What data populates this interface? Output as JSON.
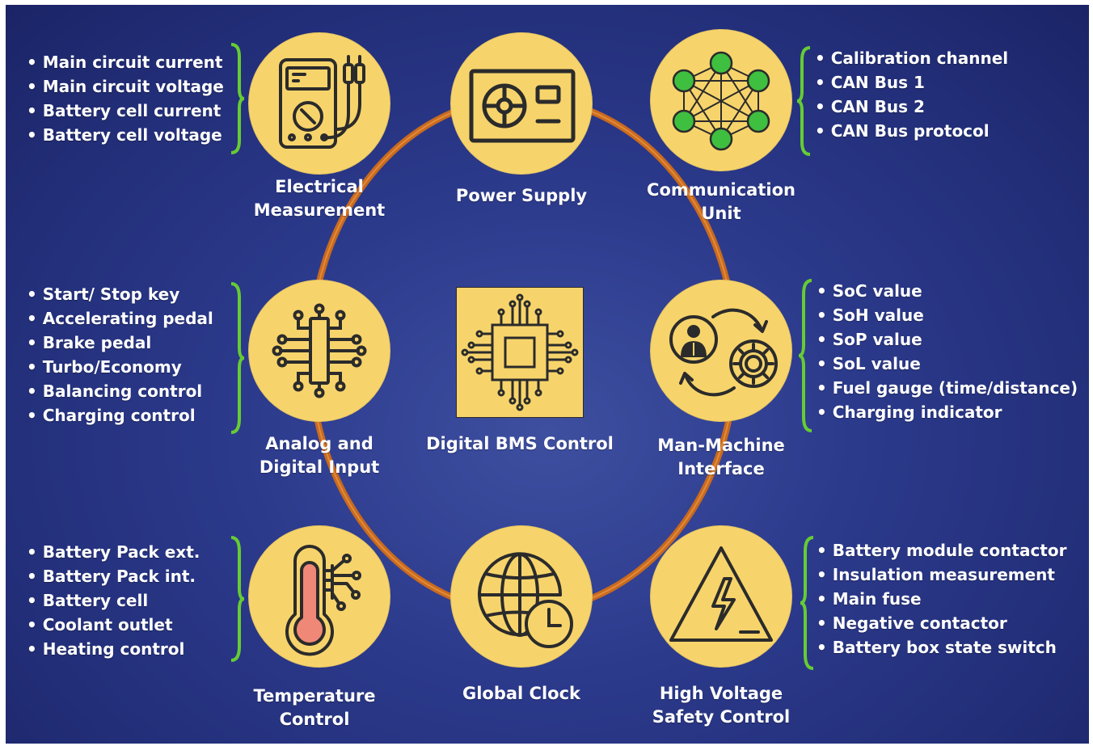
{
  "colors": {
    "background": "#2c3a8c",
    "node_fill": "#f7d46b",
    "ring": "#c86a1e",
    "brace": "#66cc33",
    "text": "#ffffff",
    "network_node": "#3fbf3f",
    "thermometer_bulb": "#f08878"
  },
  "center": {
    "label": "Digital BMS Control",
    "icon": "chip-icon"
  },
  "nodes": [
    {
      "label": "Electrical\nMeasurement",
      "icon": "multimeter-icon",
      "items": [
        "Main circuit current",
        "Main circuit voltage",
        "Battery cell current",
        "Battery cell voltage"
      ]
    },
    {
      "label": "Power Supply",
      "icon": "power-supply-icon",
      "items": []
    },
    {
      "label": "Communication\nUnit",
      "icon": "network-icon",
      "items": [
        "Calibration channel",
        "CAN Bus 1",
        "CAN Bus 2",
        "CAN Bus protocol"
      ]
    },
    {
      "label": "Analog and\nDigital Input",
      "icon": "circuit-icon",
      "items": [
        "Start/ Stop key",
        "Accelerating pedal",
        "Brake pedal",
        "Turbo/Economy",
        "Balancing control",
        "Charging control"
      ]
    },
    {
      "label": "Man-Machine\nInterface",
      "icon": "user-gear-icon",
      "items": [
        "SoC value",
        "SoH value",
        "SoP value",
        "SoL value",
        "Fuel gauge (time/distance)",
        "Charging indicator"
      ]
    },
    {
      "label": "Temperature\nControl",
      "icon": "thermometer-icon",
      "items": [
        "Battery Pack ext.",
        "Battery Pack int.",
        "Battery cell",
        "Coolant outlet",
        "Heating control"
      ]
    },
    {
      "label": "Global Clock",
      "icon": "globe-clock-icon",
      "items": []
    },
    {
      "label": "High Voltage\nSafety Control",
      "icon": "high-voltage-icon",
      "items": [
        "Battery module contactor",
        "Insulation measurement",
        "Main fuse",
        "Negative contactor",
        "Battery box state switch"
      ]
    }
  ]
}
